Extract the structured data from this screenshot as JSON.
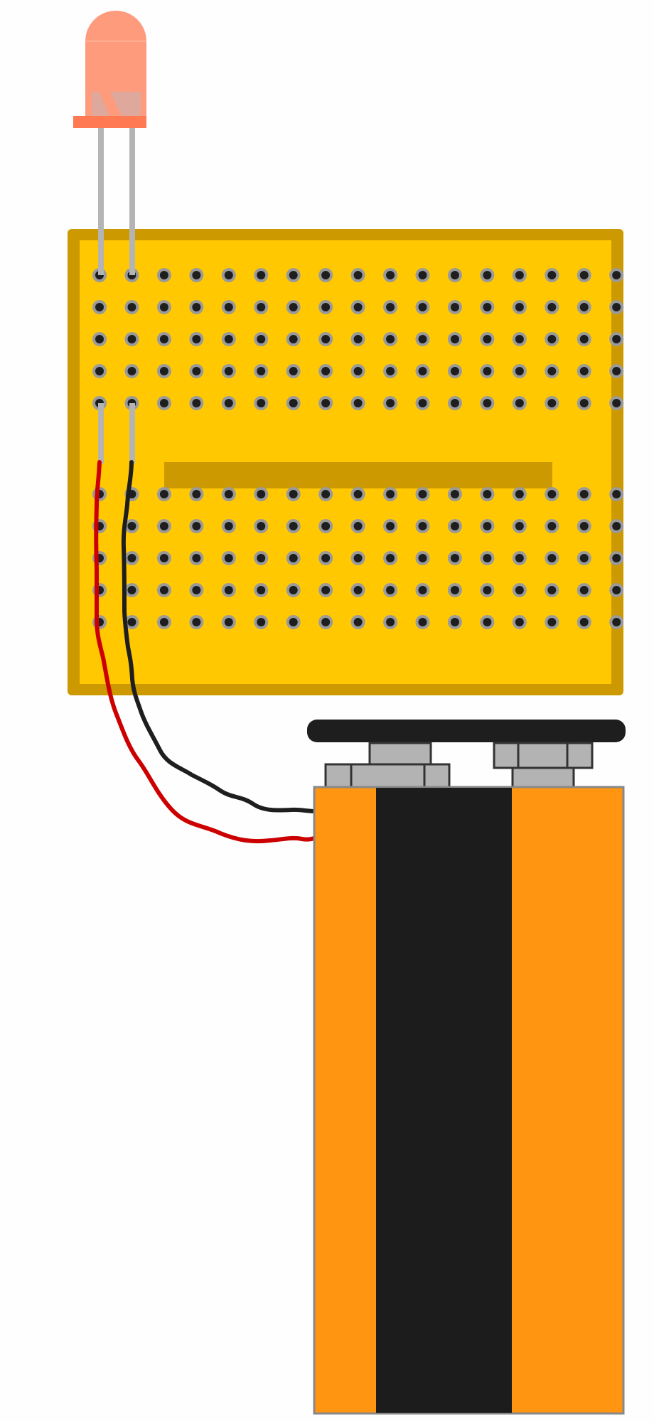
{
  "colors": {
    "board_frame": "#CC9900",
    "board_fill": "#FFC800",
    "hole_ring": "#9A9A9A",
    "hole_center": "#1E1E1E",
    "led_lens": "#FF9B7D",
    "led_base": "#FF7A52",
    "led_leg": "#B4B4B4",
    "wire_red": "#CC0000",
    "wire_black": "#1E1E1E",
    "battery_body": "#FF9511",
    "battery_stripe": "#1C1C1C",
    "terminal": "#B3B3B3"
  },
  "breadboard": {
    "columns": 17,
    "top_rows": 5,
    "bottom_rows": 5
  }
}
